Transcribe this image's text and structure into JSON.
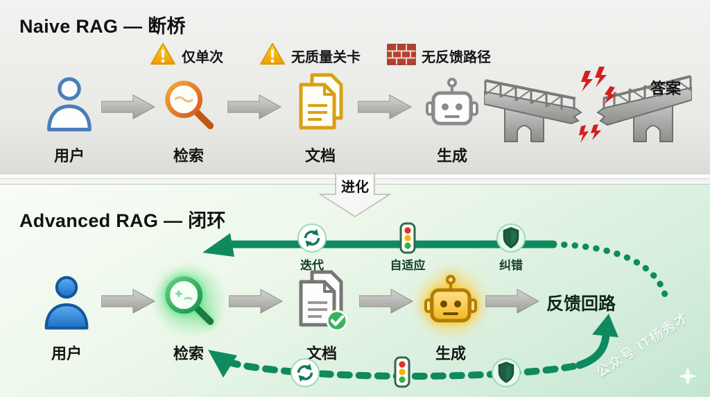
{
  "naive": {
    "title": "Naive RAG — 断桥",
    "warnings": [
      {
        "icon": "warning-triangle",
        "label": "仅单次"
      },
      {
        "icon": "warning-triangle",
        "label": "无质量关卡"
      },
      {
        "icon": "brick-wall",
        "label": "无反馈路径"
      }
    ],
    "steps": [
      {
        "icon": "user",
        "label": "用户"
      },
      {
        "icon": "magnifier",
        "label": "检索"
      },
      {
        "icon": "documents",
        "label": "文档"
      },
      {
        "icon": "robot",
        "label": "生成"
      }
    ],
    "answer_label": "答案"
  },
  "divider": {
    "label": "进化"
  },
  "advanced": {
    "title": "Advanced RAG — 闭环",
    "top_loop": [
      {
        "icon": "refresh",
        "label": "迭代"
      },
      {
        "icon": "traffic-light",
        "label": "自适应"
      },
      {
        "icon": "shield",
        "label": "纠错"
      }
    ],
    "steps": [
      {
        "icon": "user",
        "label": "用户"
      },
      {
        "icon": "magnifier",
        "label": "检索"
      },
      {
        "icon": "documents-check",
        "label": "文档"
      },
      {
        "icon": "robot",
        "label": "生成"
      }
    ],
    "feedback_label": "反馈回路"
  },
  "watermark": "公众号 IT杨秀才",
  "colors": {
    "loop_green": "#0f8a5e",
    "accent_orange": "#e0762a",
    "accent_gold": "#f3b71f",
    "accent_blue": "#1d6fc2",
    "warning_amber": "#f5b301",
    "brick_red": "#b7402e",
    "bolt_red": "#d31f1f"
  }
}
